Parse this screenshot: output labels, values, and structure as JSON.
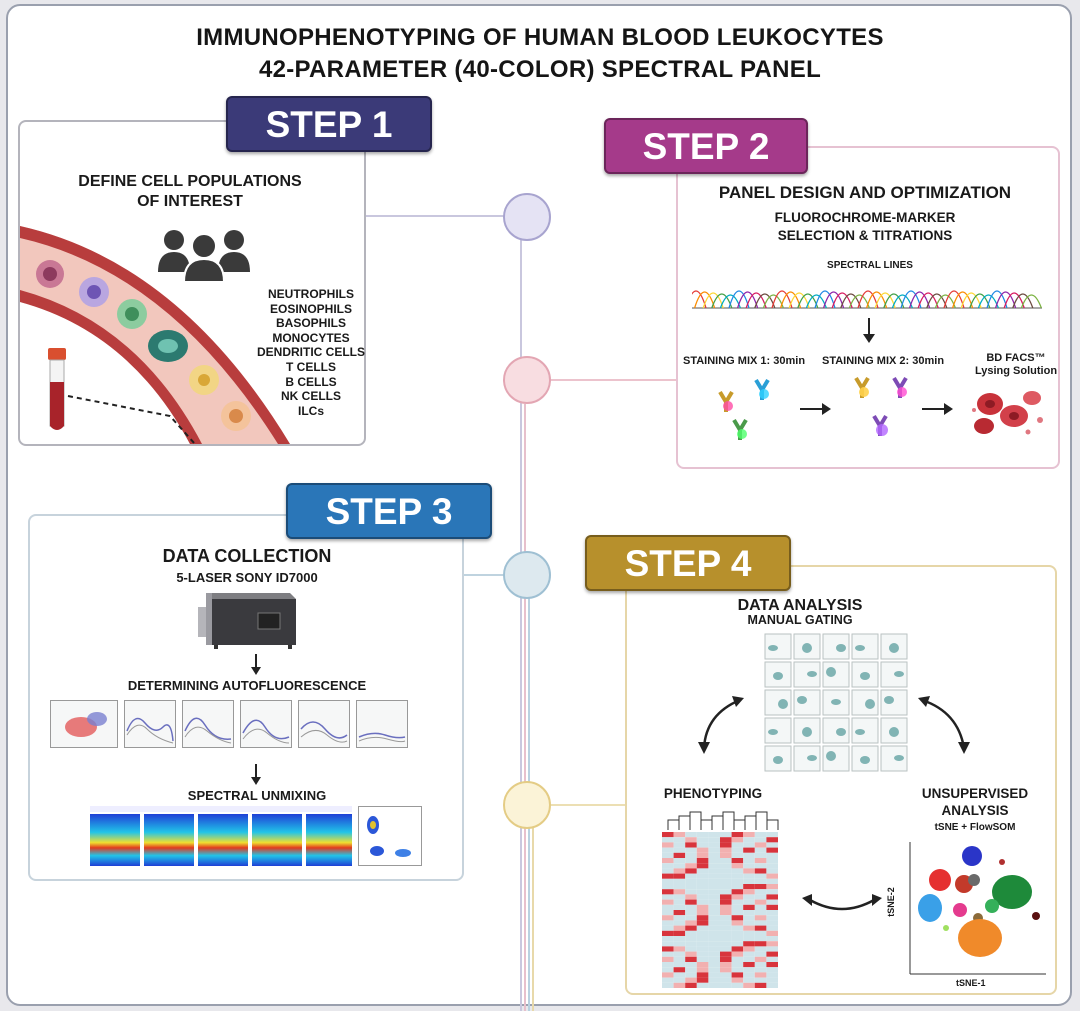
{
  "title": {
    "line1": "IMMUNOPHENOTYPING OF HUMAN BLOOD LEUKOCYTES",
    "line2": "42-PARAMETER (40-COLOR) SPECTRAL PANEL"
  },
  "colors": {
    "step1": "#3b3a78",
    "step2": "#a53a8a",
    "step3": "#2a76b8",
    "step4": "#b7902c"
  },
  "step1": {
    "label": "STEP 1",
    "heading_l1": "DEFINE CELL POPULATIONS",
    "heading_l2": "OF INTEREST",
    "cells": [
      "NEUTROPHILS",
      "EOSINOPHILS",
      "BASOPHILS",
      "MONOCYTES",
      "DENDRITIC CELLS",
      "T CELLS",
      "B CELLS",
      "NK CELLS",
      "ILCs"
    ]
  },
  "step2": {
    "label": "STEP 2",
    "heading": "PANEL DESIGN AND OPTIMIZATION",
    "sub_l1": "FLUOROCHROME-MARKER",
    "sub_l2": "SELECTION & TITRATIONS",
    "spectral_lines": "SPECTRAL LINES",
    "mix1": "STAINING MIX 1: 30min",
    "mix2": "STAINING MIX 2: 30min",
    "lysing_l1": "BD FACS™",
    "lysing_l2": "Lysing Solution"
  },
  "step3": {
    "label": "STEP 3",
    "heading": "DATA COLLECTION",
    "instrument": "5-LASER SONY ID7000",
    "autofluor": "DETERMINING AUTOFLUORESCENCE",
    "unmixing": "SPECTRAL UNMIXING"
  },
  "step4": {
    "label": "STEP 4",
    "heading": "DATA ANALYSIS",
    "manual": "MANUAL GATING",
    "phenotyping": "PHENOTYPING",
    "unsup_l1": "UNSUPERVISED",
    "unsup_l2": "ANALYSIS",
    "tsne_method": "tSNE + FlowSOM",
    "tsne_x": "tSNE-1",
    "tsne_y": "tSNE-2"
  }
}
